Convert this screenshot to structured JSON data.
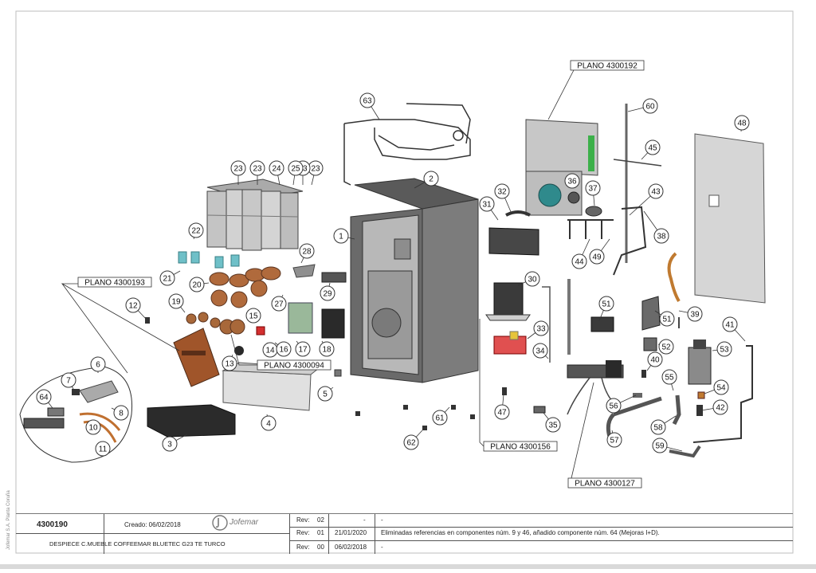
{
  "drawing": {
    "plan_refs": [
      "PLANO 4300192",
      "PLANO 4300193",
      "PLANO 4300094",
      "PLANO 4300156",
      "PLANO 4300127"
    ],
    "callouts": [
      "1",
      "2",
      "3",
      "4",
      "5",
      "6",
      "7",
      "8",
      "10",
      "11",
      "12",
      "13",
      "14",
      "15",
      "16",
      "17",
      "18",
      "19",
      "20",
      "21",
      "22",
      "23",
      "23",
      "23",
      "23",
      "24",
      "25",
      "27",
      "28",
      "29",
      "30",
      "31",
      "32",
      "33",
      "34",
      "35",
      "36",
      "37",
      "38",
      "39",
      "40",
      "41",
      "42",
      "43",
      "44",
      "45",
      "47",
      "48",
      "49",
      "51",
      "51",
      "52",
      "53",
      "54",
      "55",
      "56",
      "57",
      "58",
      "59",
      "60",
      "61",
      "62",
      "63",
      "64"
    ]
  },
  "title_block": {
    "drawing_number": "4300190",
    "created": "Creado: 06/02/2018",
    "logo_text": "Jofemar",
    "description": "DESPIECE C.MUEBLE COFFEEMAR BLUETEC G23 TE TURCO",
    "revisions": [
      {
        "rev_label": "Rev:",
        "rev": "02",
        "date": "-",
        "note": "-"
      },
      {
        "rev_label": "Rev:",
        "rev": "01",
        "date": "21/01/2020",
        "note": "Eliminadas referencias en componentes núm. 9 y 46, añadido componente núm. 64 (Mejoras I+D)."
      },
      {
        "rev_label": "Rev:",
        "rev": "00",
        "date": "06/02/2018",
        "note": "-"
      }
    ]
  },
  "side_note": "Jofemar S.A. Planta Coruña"
}
